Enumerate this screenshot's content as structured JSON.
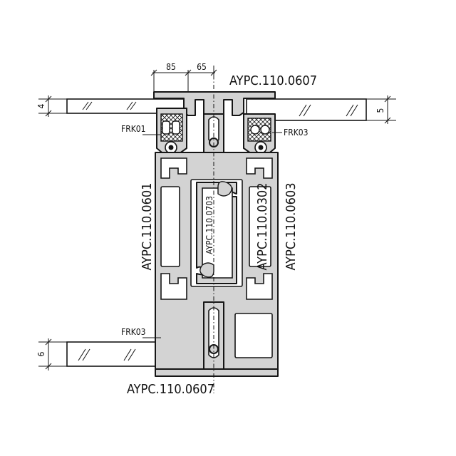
{
  "drawing": {
    "dimensions": {
      "top_left": "85",
      "top_right": "65",
      "glass_left_top": "4",
      "glass_right_top": "5",
      "glass_left_bottom": "6"
    },
    "labels": {
      "top_profile": "AYPC.110.0607",
      "bottom_profile": "AYPC.110.0607",
      "left_profile": "AYPC.110.0601",
      "center_profile": "AYPC.110.0703",
      "right_inner_profile": "AYPC.110.0302",
      "right_outer_profile": "AYPC.110.0603",
      "gasket_top_left": "FRK01",
      "gasket_top_right": "FRK03",
      "gasket_bottom_left": "FRK03"
    },
    "colors": {
      "profile_fill": "#d3d3d3",
      "line": "#161616",
      "background": "#ffffff"
    }
  }
}
